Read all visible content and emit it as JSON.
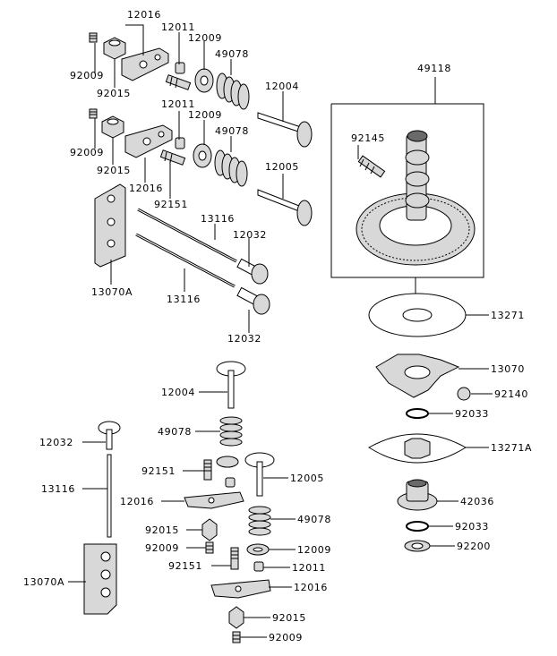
{
  "labels": {
    "t12016a": "12016",
    "t12011a": "12011",
    "t12009a": "12009",
    "t49078a": "49078",
    "t92009a": "92009",
    "t92015a": "92015",
    "t12004a": "12004",
    "t12011b": "12011",
    "t12009b": "12009",
    "t49078b": "49078",
    "t92009b": "92009",
    "t92015b": "92015",
    "t12016b": "12016",
    "t92151a": "92151",
    "t12005a": "12005",
    "t13116a": "13116",
    "t12032a": "12032",
    "t13070Aa": "13070A",
    "t13116b": "13116",
    "t12032b": "12032",
    "t49118": "49118",
    "t92145": "92145",
    "t13271": "13271",
    "t13070": "13070",
    "t92140": "92140",
    "t92033a": "92033",
    "t13271A": "13271A",
    "t42036": "42036",
    "t92033b": "92033",
    "t92200": "92200",
    "t12004b": "12004",
    "t49078c": "49078",
    "t12032c": "12032",
    "t92151b": "92151",
    "t12005b": "12005",
    "t13116c": "13116",
    "t12016c": "12016",
    "t92015c": "92015",
    "t49078d": "49078",
    "t92009c": "92009",
    "t12009c": "12009",
    "t92151c": "92151",
    "t12011c": "12011",
    "t13070Ab": "13070A",
    "t12016d": "12016",
    "t92015d": "92015",
    "t92009d": "92009"
  }
}
